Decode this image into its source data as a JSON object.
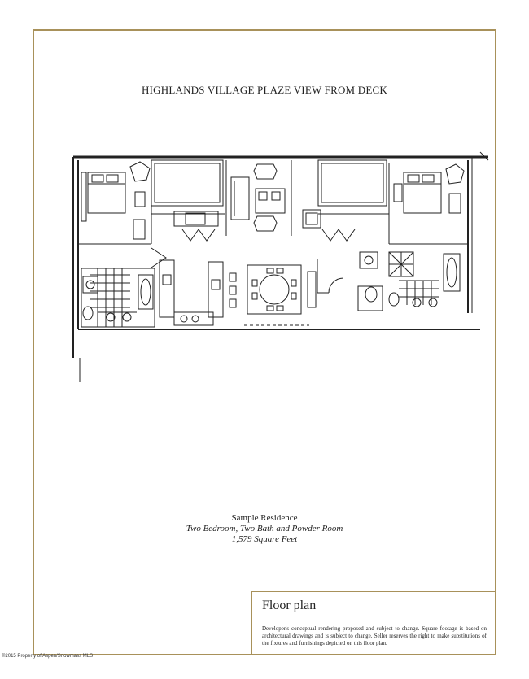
{
  "plan": {
    "title": "HIGHLANDS VILLAGE PLAZE VIEW FROM DECK"
  },
  "residence": {
    "name": "Sample Residence",
    "description": "Two Bedroom, Two Bath and Powder Room",
    "area": "1,579 Square Feet"
  },
  "floorplan_box": {
    "heading": "Floor plan",
    "disclaimer": "Developer's conceptual rendering proposed and subject to change. Square footage is based on architectural drawings and is subject to change. Seller reserves the right to make substitutions of the fixtures and furnishings depicted on this floor plan."
  },
  "footer": {
    "copyright": "©2015 Property of Aspen/Snowmass MLS"
  },
  "colors": {
    "frame": "#a8915a",
    "ink": "#222222"
  }
}
